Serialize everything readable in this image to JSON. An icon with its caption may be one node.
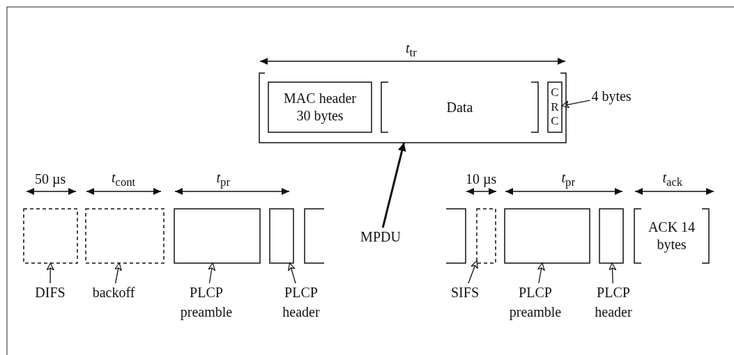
{
  "diagram": {
    "nodes": [
      {
        "text": [],
        "shape": "box"
      },
      {
        "text": [
          "MAC header 30 bytes"
        ],
        "in": 0
      },
      {
        "text": [
          "Data"
        ],
        "in": 0
      },
      {
        "text": [
          "C R C"
        ],
        "in": 0
      },
      {
        "text": [
          "4 bytes"
        ]
      },
      {
        "text": [],
        "shape": "box"
      },
      {
        "text": [],
        "shape": "box"
      },
      {
        "text": [],
        "shape": "box"
      },
      {
        "text": [],
        "shape": "box"
      },
      {
        "text": [],
        "shape": "bracket"
      },
      {
        "text": [
          "MPDU"
        ]
      },
      {
        "text": [],
        "shape": "bracket"
      },
      {
        "text": [],
        "shape": "box"
      },
      {
        "text": [],
        "shape": "box"
      },
      {
        "text": [],
        "shape": "box"
      },
      {
        "text": [
          "ACK 14 bytes"
        ]
      },
      {
        "text": [
          "DIFS"
        ]
      },
      {
        "text": [
          "backoff"
        ]
      },
      {
        "text": [
          "PLCP preamble"
        ]
      },
      {
        "text": [
          "PLCP header"
        ]
      },
      {
        "text": [
          "SIFS"
        ]
      },
      {
        "text": [
          "PLCP preamble"
        ]
      },
      {
        "text": [
          "PLCP header"
        ]
      }
    ],
    "edges": [
      {
        "from": 4,
        "to": 3,
        "arrow": "to"
      },
      {
        "from": 10,
        "to": 0,
        "arrow": "to",
        "style": "thick"
      },
      {
        "from": 16,
        "to": 5,
        "arrow": "to"
      },
      {
        "from": 17,
        "to": 6,
        "arrow": "to"
      },
      {
        "from": 18,
        "to": 7,
        "arrow": "to"
      },
      {
        "from": 19,
        "to": 8,
        "arrow": "to"
      },
      {
        "from": 20,
        "to": 12,
        "arrow": "to"
      },
      {
        "from": 21,
        "to": 13,
        "arrow": "to"
      },
      {
        "from": 22,
        "to": 14,
        "arrow": "to"
      }
    ],
    "labels": [
      "*t*$_{tr}$",
      "50 µs",
      "*t*$_{cont}$",
      "*t*$_{pr}$",
      "10 µs",
      "*t*$_{pr}$",
      "*t*$_{ack}$"
    ]
  }
}
